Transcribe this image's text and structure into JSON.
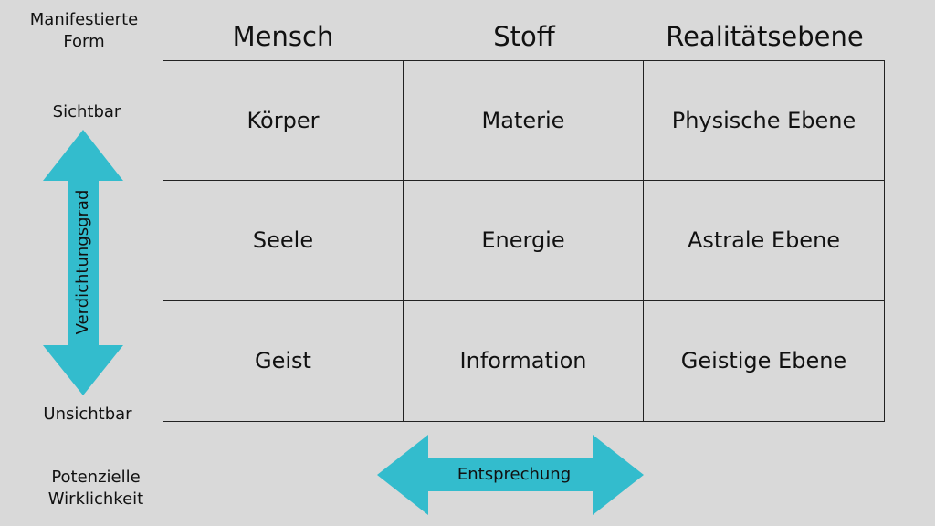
{
  "side_labels": {
    "top": "Manifestierte\nForm",
    "visible": "Sichtbar",
    "invisible": "Unsichtbar",
    "bottom": "Potenzielle\nWirklichkeit"
  },
  "columns": [
    "Mensch",
    "Stoff",
    "Realitätsebene"
  ],
  "rows": [
    [
      "Körper",
      "Materie",
      "Physische Ebene"
    ],
    [
      "Seele",
      "Energie",
      "Astrale Ebene"
    ],
    [
      "Geist",
      "Information",
      "Geistige Ebene"
    ]
  ],
  "arrows": {
    "vertical_label": "Verdichtungsgrad",
    "horizontal_label": "Entsprechung",
    "color": "#33bccd"
  },
  "colors": {
    "background": "#d9d9d9",
    "line": "#222222",
    "text": "#111111"
  }
}
